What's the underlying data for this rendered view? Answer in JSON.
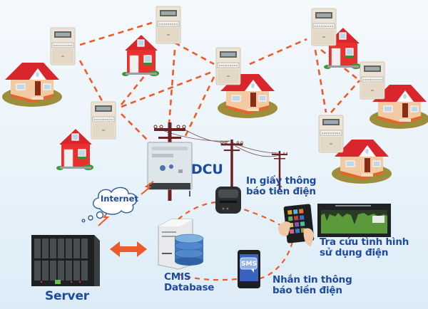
{
  "diagram": {
    "title": "Smart electricity metering system",
    "colors": {
      "link": "#ee5a2a",
      "label": "#1d4a9e",
      "house_roof": "#d8262c",
      "house_wall": "#e8312f",
      "meter_body": "#ece2d2",
      "pole": "#6b2222",
      "arrow": "#ee5a2a"
    },
    "nodes": {
      "dcu": {
        "label": "DCU",
        "icon": "data-concentrator-icon"
      },
      "printer": {
        "label_lines": [
          "In giấy thông",
          "báo tiền điện"
        ],
        "icon": "receipt-printer-icon"
      },
      "tablet": {
        "label_lines": [
          "Tra cứu tình hình",
          "sử dụng điện"
        ],
        "icon": "tablet-icon"
      },
      "sms": {
        "label_lines": [
          "Nhắn tin thông",
          "báo tiền điện"
        ],
        "icon": "sms-phone-icon",
        "screen_text": "SMS"
      },
      "database": {
        "label_lines": [
          "CMIS",
          "Database"
        ],
        "icon": "database-server-icon"
      },
      "server": {
        "label": "Server",
        "icon": "server-rack-icon"
      },
      "internet": {
        "label": "Internet",
        "icon": "cloud-icon"
      }
    },
    "houses": [
      {
        "id": "house-1",
        "style": "cottage"
      },
      {
        "id": "house-2",
        "style": "red-house"
      },
      {
        "id": "house-3",
        "style": "red-house"
      },
      {
        "id": "house-4",
        "style": "cottage"
      },
      {
        "id": "house-5",
        "style": "red-house"
      },
      {
        "id": "house-6",
        "style": "cottage"
      },
      {
        "id": "house-7",
        "style": "cottage"
      }
    ]
  }
}
